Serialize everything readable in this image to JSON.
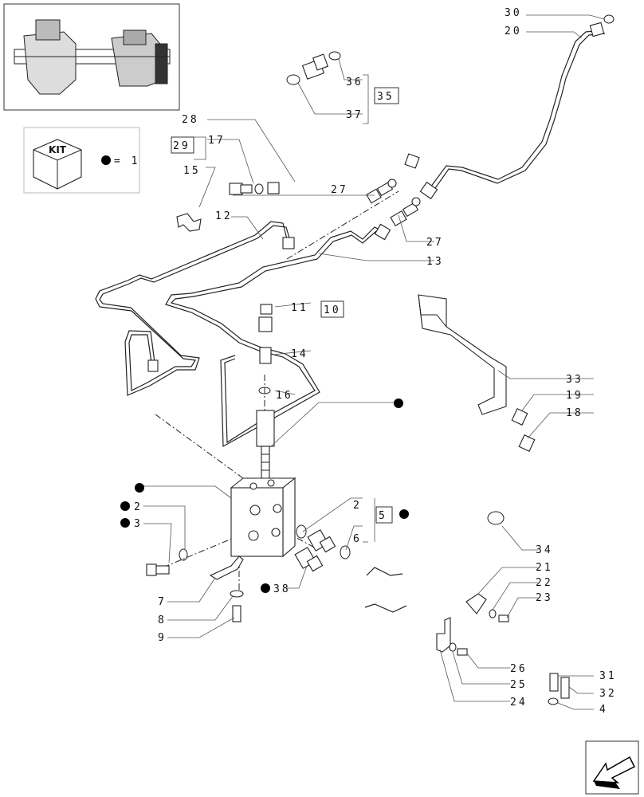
{
  "kit_panel": {
    "kit_label": "KIT",
    "equals_text": "= 1"
  },
  "nav": {
    "next_page_icon": "arrow-icon"
  },
  "callouts": {
    "c30": "30",
    "c20": "20",
    "c36": "36",
    "c35": "35",
    "c37": "37",
    "c28": "28",
    "c29": "29",
    "c17": "17",
    "c15": "15",
    "c27a": "27",
    "c12": "12",
    "c27b": "27",
    "c13": "13",
    "c11": "11",
    "c10": "10",
    "c14": "14",
    "c16": "16",
    "c33": "33",
    "c19": "19",
    "c18": "18",
    "c2a": "2",
    "c3": "3",
    "c2b": "2",
    "c5": "5",
    "c6": "6",
    "c7": "7",
    "c8": "8",
    "c9": "9",
    "c38": "38",
    "c34": "34",
    "c21": "21",
    "c22": "22",
    "c23": "23",
    "c26": "26",
    "c25": "25",
    "c24": "24",
    "c31": "31",
    "c32": "32",
    "c4": "4"
  }
}
